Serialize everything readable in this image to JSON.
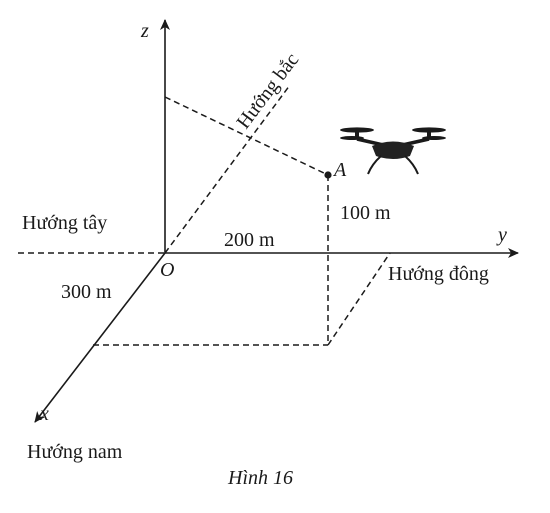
{
  "axes": {
    "x_label": "x",
    "y_label": "y",
    "z_label": "z",
    "origin_label": "O"
  },
  "directions": {
    "north": "Hướng bắc",
    "west": "Hướng tây",
    "east": "Hướng đông",
    "south": "Hướng nam"
  },
  "point": {
    "label": "A"
  },
  "measures": {
    "height": "100 m",
    "east_distance": "200 m",
    "south_distance": "300 m"
  },
  "caption": "Hình 16"
}
